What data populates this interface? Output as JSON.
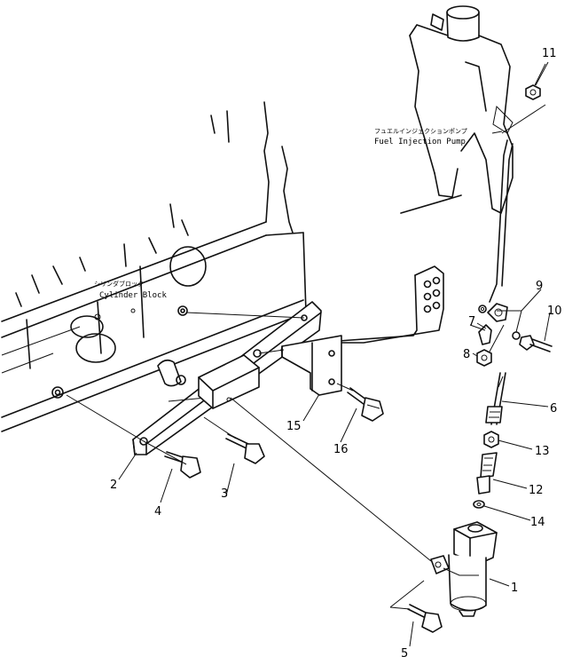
{
  "labels": {
    "cylinder_block_jp": "シリンダブロック",
    "cylinder_block_en": "Cylinder Block",
    "fuel_pump_jp": "フュエルインジェクションポンプ",
    "fuel_pump_en": "Fuel Injection Pump"
  },
  "callouts": {
    "p1": "1",
    "p2": "2",
    "p3": "3",
    "p4": "4",
    "p5": "5",
    "p6": "6",
    "p7": "7",
    "p8": "8",
    "p9": "9",
    "p10": "10",
    "p11": "11",
    "p12": "12",
    "p13": "13",
    "p14": "14",
    "p15": "15",
    "p16": "16"
  }
}
